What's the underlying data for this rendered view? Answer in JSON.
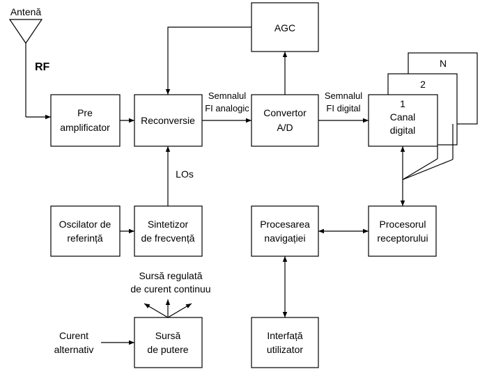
{
  "diagram": {
    "antenna_label": "Antenă",
    "rf_label": "RF",
    "blocks": {
      "preamp": [
        "Pre",
        "amplificator"
      ],
      "reconversie": [
        "Reconversie"
      ],
      "agc": [
        "AGC"
      ],
      "convertor": [
        "Convertor",
        "A/D"
      ],
      "canal": [
        "1",
        "Canal",
        "digital"
      ],
      "canal2": [
        "2"
      ],
      "canalN": [
        "N"
      ],
      "oscilator": [
        "Oscilator de",
        "referință"
      ],
      "sintetizor": [
        "Sintetizor",
        "de frecvență"
      ],
      "procesarea": [
        "Procesarea",
        "navigației"
      ],
      "procesorul": [
        "Procesorul",
        "receptorului"
      ],
      "sursa": [
        "Sursă",
        "de putere"
      ],
      "interfata": [
        "Interfață",
        "utilizator"
      ]
    },
    "signal_labels": {
      "fi_analogic": [
        "Semnalul",
        "FI analogic"
      ],
      "fi_digital": [
        "Semnalul",
        "FI digital"
      ],
      "los": "LOs",
      "dc_source": [
        "Sursă regulată",
        "de curent continuu"
      ],
      "ac_input": [
        "Curent",
        "alternativ"
      ]
    }
  }
}
